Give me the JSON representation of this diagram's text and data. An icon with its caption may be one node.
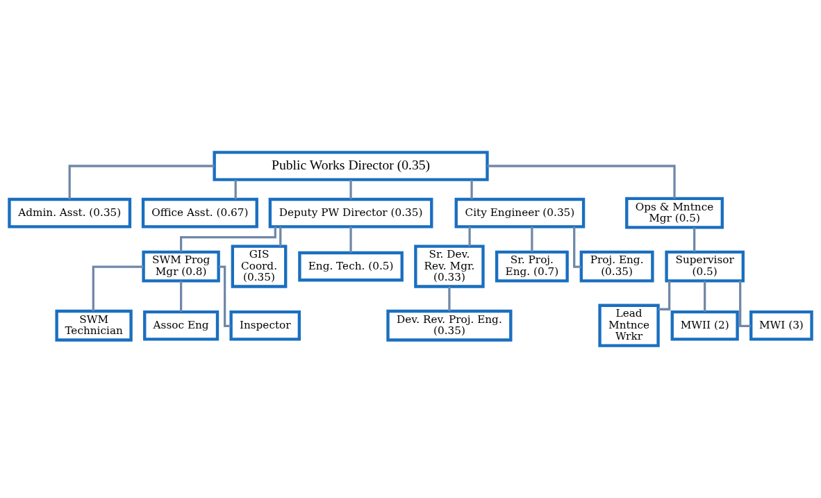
{
  "diagram": {
    "nodes": [
      {
        "text": [
          "Public Works Director (0.35)"
        ]
      },
      {
        "text": [
          "Admin. Asst. (0.35)"
        ]
      },
      {
        "text": [
          "Office Asst. (0.67)"
        ]
      },
      {
        "text": [
          "Deputy PW Director (0.35)"
        ]
      },
      {
        "text": [
          "City Engineer (0.35)"
        ]
      },
      {
        "text": [
          "Ops & Mntnce Mgr (0.5)"
        ]
      },
      {
        "text": [
          "SWM Prog Mgr (0.8)"
        ]
      },
      {
        "text": [
          "GIS Coord. (0.35)"
        ]
      },
      {
        "text": [
          "Eng. Tech. (0.5)"
        ]
      },
      {
        "text": [
          "Sr. Dev. Rev. Mgr. (0.33)"
        ]
      },
      {
        "text": [
          "Sr. Proj. Eng. (0.7)"
        ]
      },
      {
        "text": [
          "Proj. Eng. (0.35)"
        ]
      },
      {
        "text": [
          "Supervisor (0.5)"
        ]
      },
      {
        "text": [
          "SWM Technician"
        ]
      },
      {
        "text": [
          "Assoc Eng"
        ]
      },
      {
        "text": [
          "Inspector"
        ]
      },
      {
        "text": [
          "Dev. Rev. Proj. Eng. (0.35)"
        ]
      },
      {
        "text": [
          "Lead Mntnce Wrkr"
        ]
      },
      {
        "text": [
          "MWII (2)"
        ]
      },
      {
        "text": [
          "MWI (3)"
        ]
      }
    ],
    "edges": [
      {
        "from": 0,
        "to": 1,
        "arrow": "none"
      },
      {
        "from": 0,
        "to": 2,
        "arrow": "none"
      },
      {
        "from": 0,
        "to": 3,
        "arrow": "none"
      },
      {
        "from": 0,
        "to": 4,
        "arrow": "none"
      },
      {
        "from": 0,
        "to": 5,
        "arrow": "none"
      },
      {
        "from": 3,
        "to": 6,
        "arrow": "none"
      },
      {
        "from": 3,
        "to": 7,
        "arrow": "none"
      },
      {
        "from": 3,
        "to": 8,
        "arrow": "none"
      },
      {
        "from": 4,
        "to": 9,
        "arrow": "none"
      },
      {
        "from": 4,
        "to": 10,
        "arrow": "none"
      },
      {
        "from": 4,
        "to": 11,
        "arrow": "none"
      },
      {
        "from": 5,
        "to": 12,
        "arrow": "none"
      },
      {
        "from": 6,
        "to": 13,
        "arrow": "none"
      },
      {
        "from": 6,
        "to": 14,
        "arrow": "none"
      },
      {
        "from": 6,
        "to": 15,
        "arrow": "none"
      },
      {
        "from": 9,
        "to": 16,
        "arrow": "none"
      },
      {
        "from": 12,
        "to": 17,
        "arrow": "none"
      },
      {
        "from": 12,
        "to": 18,
        "arrow": "none"
      },
      {
        "from": 12,
        "to": 19,
        "arrow": "none"
      }
    ]
  }
}
